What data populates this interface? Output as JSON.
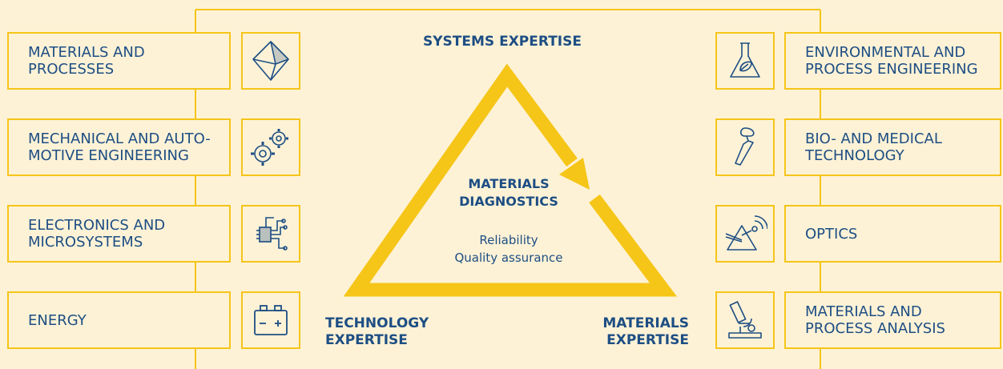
{
  "top_caption": "",
  "left_fields": [
    {
      "label": "MATERIALS AND\nPROCESSES",
      "icon": "octahedron-icon"
    },
    {
      "label": "MECHANICAL AND AUTO-\nMOTIVE ENGINEERING",
      "icon": "gears-icon"
    },
    {
      "label": "ELECTRONICS AND\nMICROSYSTEMS",
      "icon": "circuit-chip-icon"
    },
    {
      "label": "ENERGY",
      "icon": "battery-icon"
    }
  ],
  "right_fields": [
    {
      "label": "ENVIRONMENTAL AND\nPROCESS ENGINEERING",
      "icon": "flask-leaf-icon"
    },
    {
      "label": "BIO- AND MEDICAL\nTECHNOLOGY",
      "icon": "hip-implant-icon"
    },
    {
      "label": "OPTICS",
      "icon": "prism-icon"
    },
    {
      "label": "MATERIALS AND\nPROCESS ANALYSIS",
      "icon": "microscope-icon"
    }
  ],
  "triangle": {
    "top_label": "SYSTEMS EXPERTISE",
    "left_label": "TECHNOLOGY\nEXPERTISE",
    "right_label": "MATERIALS\nEXPERTISE",
    "center_title": "MATERIALS\nDIAGNOSTICS",
    "center_subtitle": "Reliability\nQuality assurance"
  },
  "colors": {
    "background": "#FEF2D6",
    "accent_yellow": "#F5C518",
    "text_blue": "#1D4E84"
  }
}
